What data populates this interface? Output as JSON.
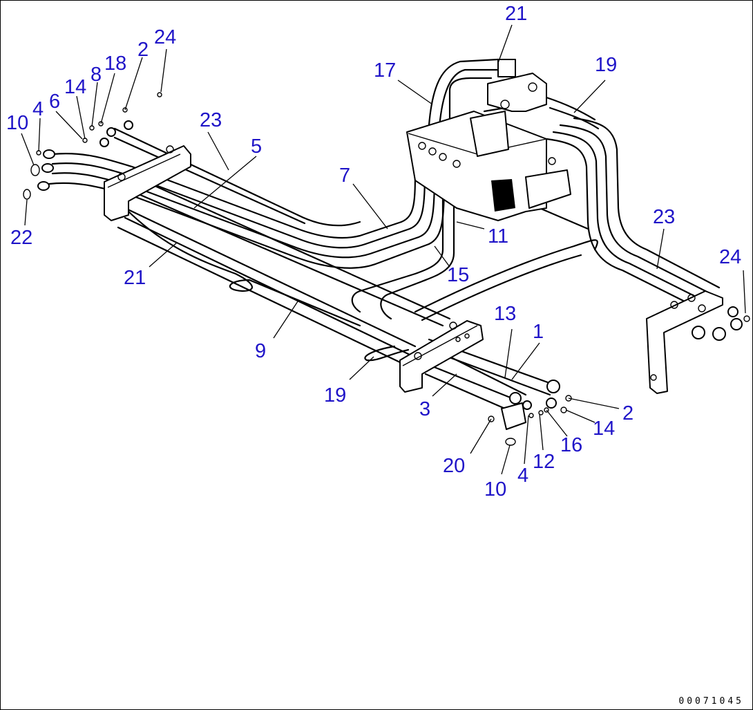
{
  "document_number": "00071045",
  "callouts": [
    {
      "id": "c-21-top",
      "text": "21"
    },
    {
      "id": "c-17",
      "text": "17"
    },
    {
      "id": "c-19-top",
      "text": "19"
    },
    {
      "id": "c-24-left",
      "text": "24"
    },
    {
      "id": "c-2-left",
      "text": "2"
    },
    {
      "id": "c-18",
      "text": "18"
    },
    {
      "id": "c-8",
      "text": "8"
    },
    {
      "id": "c-14-left",
      "text": "14"
    },
    {
      "id": "c-6",
      "text": "6"
    },
    {
      "id": "c-4-left",
      "text": "4"
    },
    {
      "id": "c-10-left",
      "text": "10"
    },
    {
      "id": "c-23-left",
      "text": "23"
    },
    {
      "id": "c-5",
      "text": "5"
    },
    {
      "id": "c-7",
      "text": "7"
    },
    {
      "id": "c-22",
      "text": "22"
    },
    {
      "id": "c-11",
      "text": "11"
    },
    {
      "id": "c-15",
      "text": "15"
    },
    {
      "id": "c-21-left",
      "text": "21"
    },
    {
      "id": "c-23-right",
      "text": "23"
    },
    {
      "id": "c-24-right",
      "text": "24"
    },
    {
      "id": "c-13",
      "text": "13"
    },
    {
      "id": "c-1",
      "text": "1"
    },
    {
      "id": "c-9",
      "text": "9"
    },
    {
      "id": "c-19-bottom",
      "text": "19"
    },
    {
      "id": "c-3",
      "text": "3"
    },
    {
      "id": "c-2-right",
      "text": "2"
    },
    {
      "id": "c-14-right",
      "text": "14"
    },
    {
      "id": "c-16",
      "text": "16"
    },
    {
      "id": "c-12",
      "text": "12"
    },
    {
      "id": "c-20",
      "text": "20"
    },
    {
      "id": "c-4-bottom",
      "text": "4"
    },
    {
      "id": "c-10-bottom",
      "text": "10"
    }
  ]
}
